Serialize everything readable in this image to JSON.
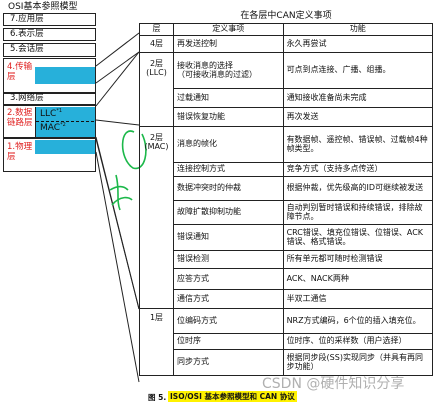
{
  "osi": {
    "title": "OSI基本参照模型",
    "layers": [
      "7.应用层",
      "6.表示层",
      "5.会话层",
      "4.传输层",
      "3.网络层",
      "2.数据链路层",
      "1.物理层"
    ],
    "llc_label": "LLC",
    "llc_sup": "*1",
    "mac_label": "MAC",
    "mac_sup": "*2"
  },
  "can_table": {
    "title": "在各层中CAN定义事项",
    "headers": [
      "层",
      "定义事项",
      "功能"
    ],
    "layer4": "4层",
    "layer2_llc": "2层\n(LLC)",
    "layer2_mac": "2层\n(MAC)",
    "layer1": "1层",
    "rows": [
      {
        "item": "再发送控制",
        "func": "永久再尝试"
      },
      {
        "item": "接收消息的选择\n（可接收消息的过滤）",
        "func": "可点到点连接、广播、组播。"
      },
      {
        "item": "过载通知",
        "func": "通知接收准备尚未完成"
      },
      {
        "item": "错误恢复功能",
        "func": "再次发送"
      },
      {
        "item": "消息的帧化",
        "func": "有数据帧、遥控帧、错误帧、过载帧4种帧类型。"
      },
      {
        "item": "连接控制方式",
        "func": "竞争方式（支持多点传送）"
      },
      {
        "item": "数据冲突时的仲裁",
        "func": "根据仲裁，优先级高的ID可继续被发送"
      },
      {
        "item": "故障扩散抑制功能",
        "func": "自动判别暂时错误和持续错误，排除故障节点。"
      },
      {
        "item": "错误通知",
        "func": "CRC错误、填充位错误、位错误、ACK错误、格式错误。"
      },
      {
        "item": "错误检测",
        "func": "所有单元都可随时检测错误"
      },
      {
        "item": "应答方式",
        "func": "ACK、NACK两种"
      },
      {
        "item": "通信方式",
        "func": "半双工通信"
      },
      {
        "item": "位编码方式",
        "func": "NRZ方式编码，6个位的插入填充位。"
      },
      {
        "item": "位时序",
        "func": "位时序、位的采样数（用户选择）"
      },
      {
        "item": "同步方式",
        "func": "根据同步段(SS)实现同步（并具有再同步功能）"
      }
    ]
  },
  "caption": {
    "figure": "图 5.",
    "text": "ISO/OSI 基本参照模型和 CAN 协议",
    "watermark": "CSDN @硬件知识分享"
  },
  "colors": {
    "cyan": "#27b0da",
    "red": "#e02020",
    "highlight": "#fff200"
  }
}
